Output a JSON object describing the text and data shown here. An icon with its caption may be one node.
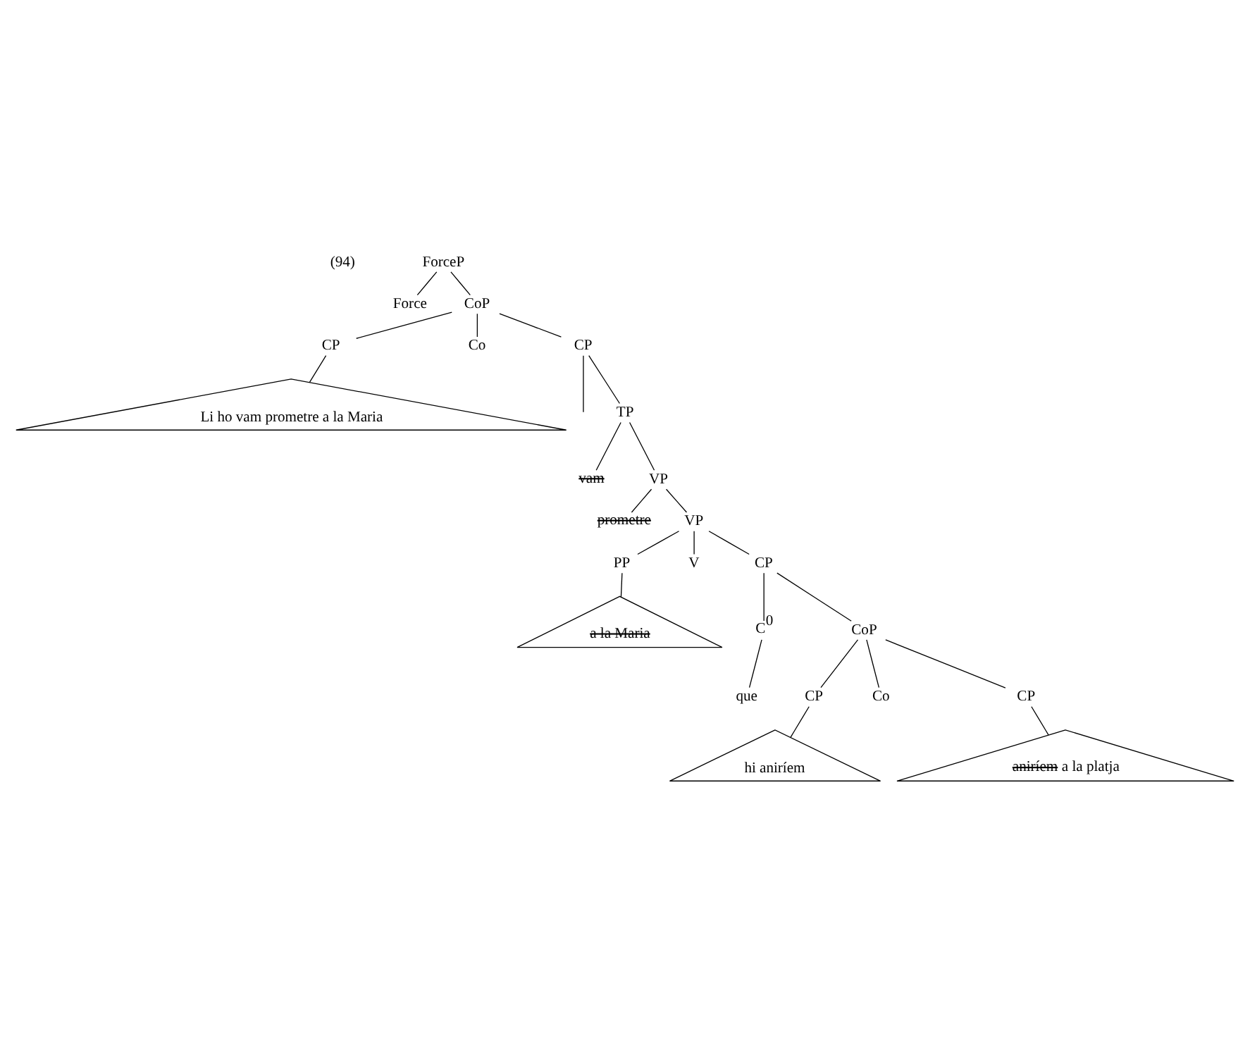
{
  "diagram": {
    "nodes": [
      {
        "text": [
          "ForceP"
        ]
      },
      {
        "text": [
          "Force"
        ]
      },
      {
        "text": [
          "CoP"
        ]
      },
      {
        "text": [
          "CP"
        ]
      },
      {
        "text": [
          "Li ho vam prometre a la Maria"
        ]
      },
      {
        "text": [
          "Co"
        ]
      },
      {
        "text": [
          "CP"
        ]
      },
      {
        "text": [
          "TP"
        ]
      },
      {
        "text": [
          "vam"
        ]
      },
      {
        "text": [
          "VP"
        ]
      },
      {
        "text": [
          "prometre"
        ]
      },
      {
        "text": [
          "VP"
        ]
      },
      {
        "text": [
          "PP"
        ]
      },
      {
        "text": [
          "a la Maria"
        ]
      },
      {
        "text": [
          "V"
        ]
      },
      {
        "text": [
          "CP"
        ]
      },
      {
        "text": [
          "C$^{0}$"
        ]
      },
      {
        "text": [
          "que"
        ]
      },
      {
        "text": [
          "CoP"
        ]
      },
      {
        "text": [
          "CP"
        ]
      },
      {
        "text": [
          "hi aniríem"
        ]
      },
      {
        "text": [
          "Co"
        ]
      },
      {
        "text": [
          "CP"
        ]
      },
      {
        "text": [
          "aniríem a la platja"
        ]
      }
    ],
    "edges": [
      {
        "from": 0,
        "to": 1,
        "arrow": "none"
      },
      {
        "from": 0,
        "to": 2,
        "arrow": "none"
      },
      {
        "from": 2,
        "to": 3,
        "arrow": "none"
      },
      {
        "from": 2,
        "to": 5,
        "arrow": "none"
      },
      {
        "from": 2,
        "to": 6,
        "arrow": "none"
      },
      {
        "from": 3,
        "to": 4,
        "arrow": "none"
      },
      {
        "from": 6,
        "to": null,
        "arrow": "none"
      },
      {
        "from": 6,
        "to": 7,
        "arrow": "none"
      },
      {
        "from": 7,
        "to": 8,
        "arrow": "none"
      },
      {
        "from": 7,
        "to": 9,
        "arrow": "none"
      },
      {
        "from": 9,
        "to": 10,
        "arrow": "none"
      },
      {
        "from": 9,
        "to": 11,
        "arrow": "none"
      },
      {
        "from": 11,
        "to": 12,
        "arrow": "none"
      },
      {
        "from": 11,
        "to": 14,
        "arrow": "none"
      },
      {
        "from": 11,
        "to": 15,
        "arrow": "none"
      },
      {
        "from": 12,
        "to": 13,
        "arrow": "none"
      },
      {
        "from": 15,
        "to": 16,
        "arrow": "none"
      },
      {
        "from": 15,
        "to": 18,
        "arrow": "none"
      },
      {
        "from": 16,
        "to": 17,
        "arrow": "none"
      },
      {
        "from": 18,
        "to": 19,
        "arrow": "none"
      },
      {
        "from": 18,
        "to": 21,
        "arrow": "none"
      },
      {
        "from": 18,
        "to": 22,
        "arrow": "none"
      },
      {
        "from": 19,
        "to": 20,
        "arrow": "none"
      },
      {
        "from": 22,
        "to": 23,
        "arrow": "none"
      }
    ],
    "labels": [
      "(94)"
    ]
  }
}
